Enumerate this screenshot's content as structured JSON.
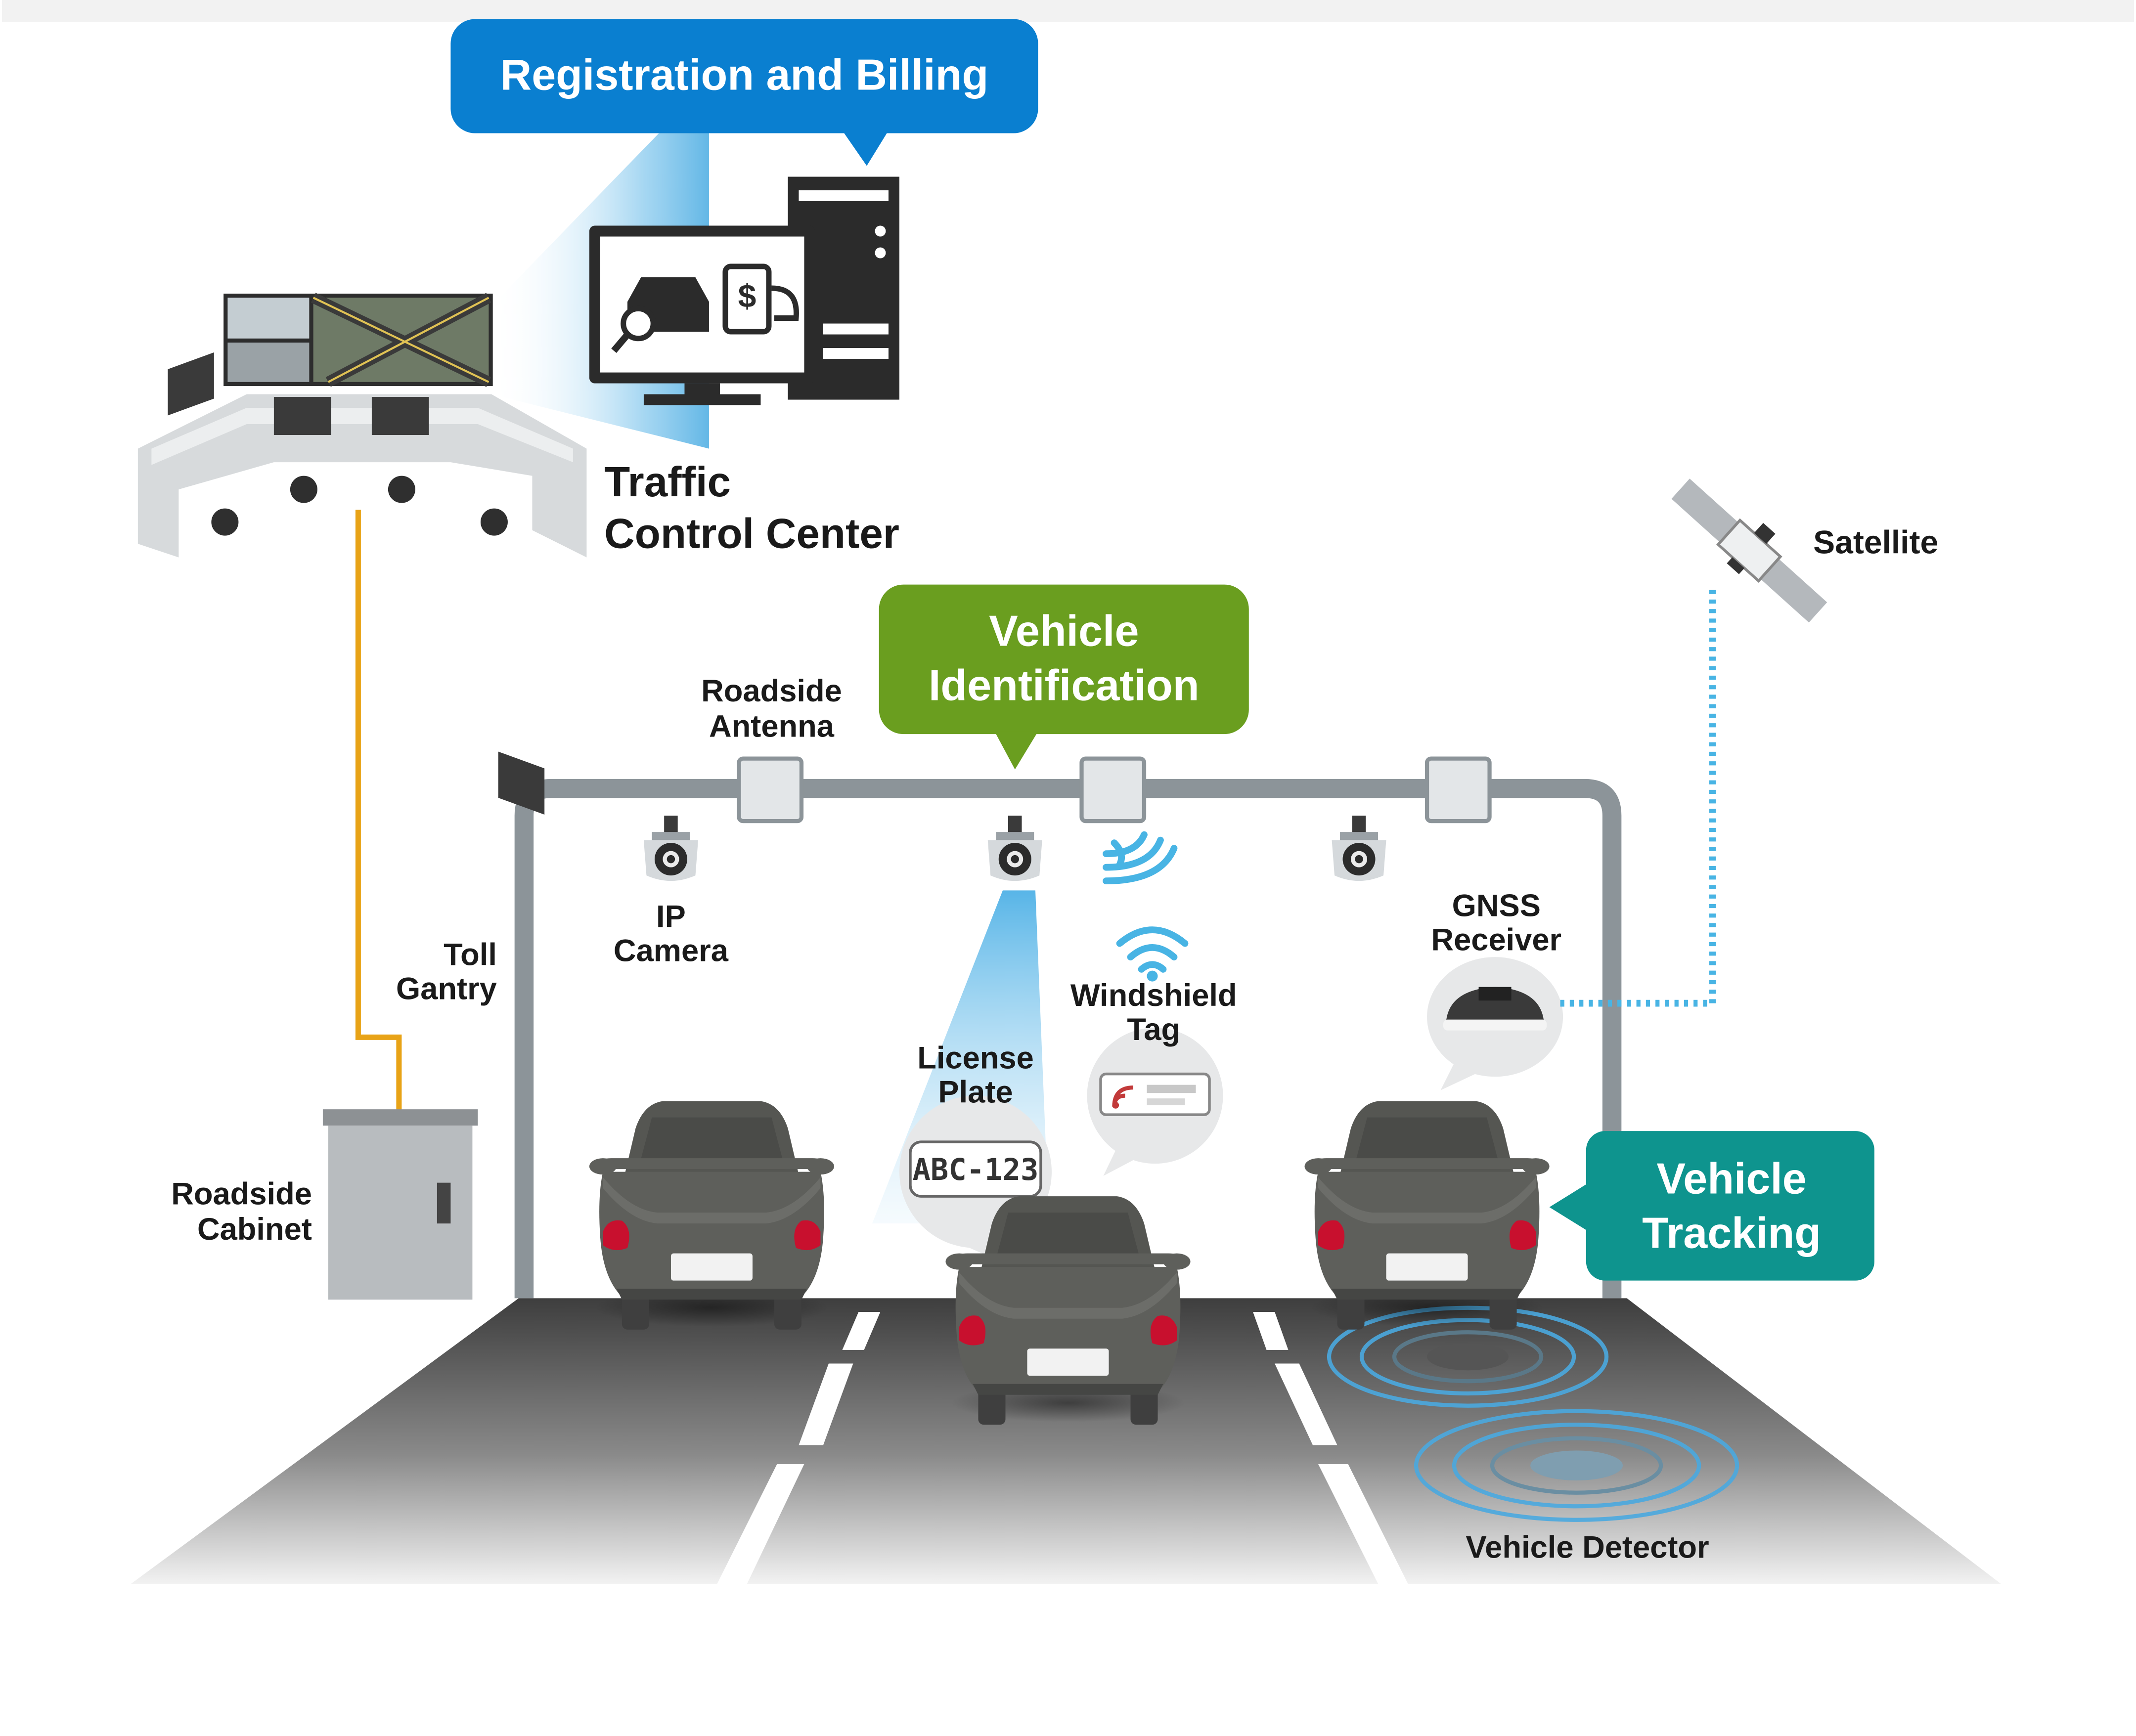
{
  "callouts": {
    "registration": "Registration and Billing",
    "vehicle_identification": [
      "Vehicle",
      "Identification"
    ],
    "vehicle_tracking": [
      "Vehicle",
      "Tracking"
    ]
  },
  "labels": {
    "traffic_control_center": [
      "Traffic",
      "Control Center"
    ],
    "satellite": "Satellite",
    "roadside_antenna": [
      "Roadside",
      "Antenna"
    ],
    "ip_camera": [
      "IP",
      "Camera"
    ],
    "toll_gantry": [
      "Toll",
      "Gantry"
    ],
    "gnss_receiver": [
      "GNSS",
      "Receiver"
    ],
    "windshield_tag": [
      "Windshield",
      "Tag"
    ],
    "license_plate": [
      "License",
      "Plate"
    ],
    "roadside_cabinet": [
      "Roadside",
      "Cabinet"
    ],
    "vehicle_detector": "Vehicle Detector"
  },
  "license_plate_text": "ABC-123",
  "colors": {
    "registration_callout": "#0a7fd0",
    "identification_callout": "#6a9e1f",
    "tracking_callout": "#0e948e",
    "control_link": "#e8a317",
    "satellite_link": "#48b4e4",
    "road": "#555555",
    "car_body": "#5e5f5b",
    "car_light": "#c8102e",
    "gantry": "#8c9499"
  },
  "icons": {
    "control_center": "control-room-desk-icon",
    "computer": "desktop-computer-icon",
    "camera": "ip-camera-icon",
    "antenna": "roadside-antenna-icon",
    "satellite": "satellite-icon",
    "gnss": "gnss-receiver-icon",
    "tag": "rfid-tag-icon",
    "cabinet": "roadside-cabinet-icon",
    "detector": "loop-detector-icon"
  }
}
